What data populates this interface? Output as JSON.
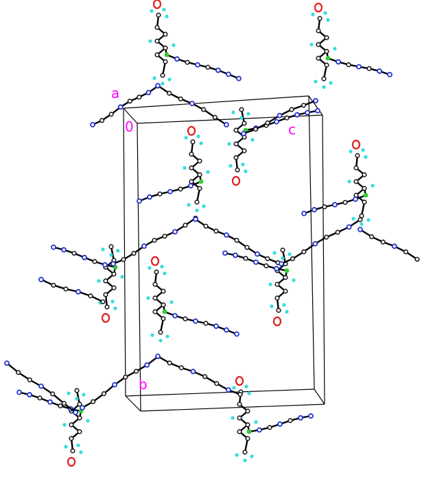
{
  "figure": {
    "title": "",
    "axis_labels": {
      "a": "a",
      "origin": "0",
      "b": "b",
      "c": "c"
    }
  },
  "colors": {
    "background": "#ffffff",
    "cell_edge": "#000000",
    "bond": "#000000",
    "carbon": "#1a1a1a",
    "hydrogen": "#33dddd",
    "nitrogen": "#2233cc",
    "oxygen": "#e02020",
    "silicon": "#33cc33",
    "axis_label": "#ff00ff"
  },
  "atom_types": [
    "carbon",
    "hydrogen",
    "nitrogen",
    "oxygen",
    "silicon"
  ]
}
